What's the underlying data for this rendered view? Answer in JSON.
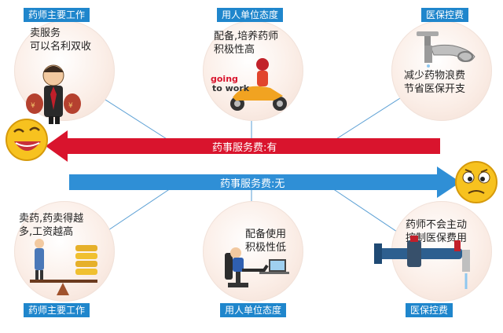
{
  "top": {
    "left": {
      "label": "药师主要工作",
      "lines": [
        "卖服务",
        "可以名利双收"
      ]
    },
    "center": {
      "label": "用人单位态度",
      "lines": [
        "配备,培养药师",
        "积极性高"
      ],
      "sign": "going to work"
    },
    "right": {
      "label": "医保控费",
      "lines": [
        "减少药物浪费",
        "节省医保开支"
      ]
    }
  },
  "bottom": {
    "left": {
      "label": "药师主要工作",
      "lines": [
        "卖药,药卖得越",
        "多,工资越高"
      ]
    },
    "center": {
      "label": "用人单位态度",
      "lines": [
        "配备使用",
        "积极性低"
      ]
    },
    "right": {
      "label": "医保控费",
      "lines": [
        "药师不会主动",
        "控制医保费用"
      ]
    }
  },
  "arrows": {
    "red": {
      "text": "药事服务费:有",
      "color": "#d9142d"
    },
    "blue": {
      "text": "药事服务费:无",
      "color": "#2f8fd6"
    }
  },
  "colors": {
    "label_bg": "#1f86cc",
    "circle": "#fbeee7"
  }
}
